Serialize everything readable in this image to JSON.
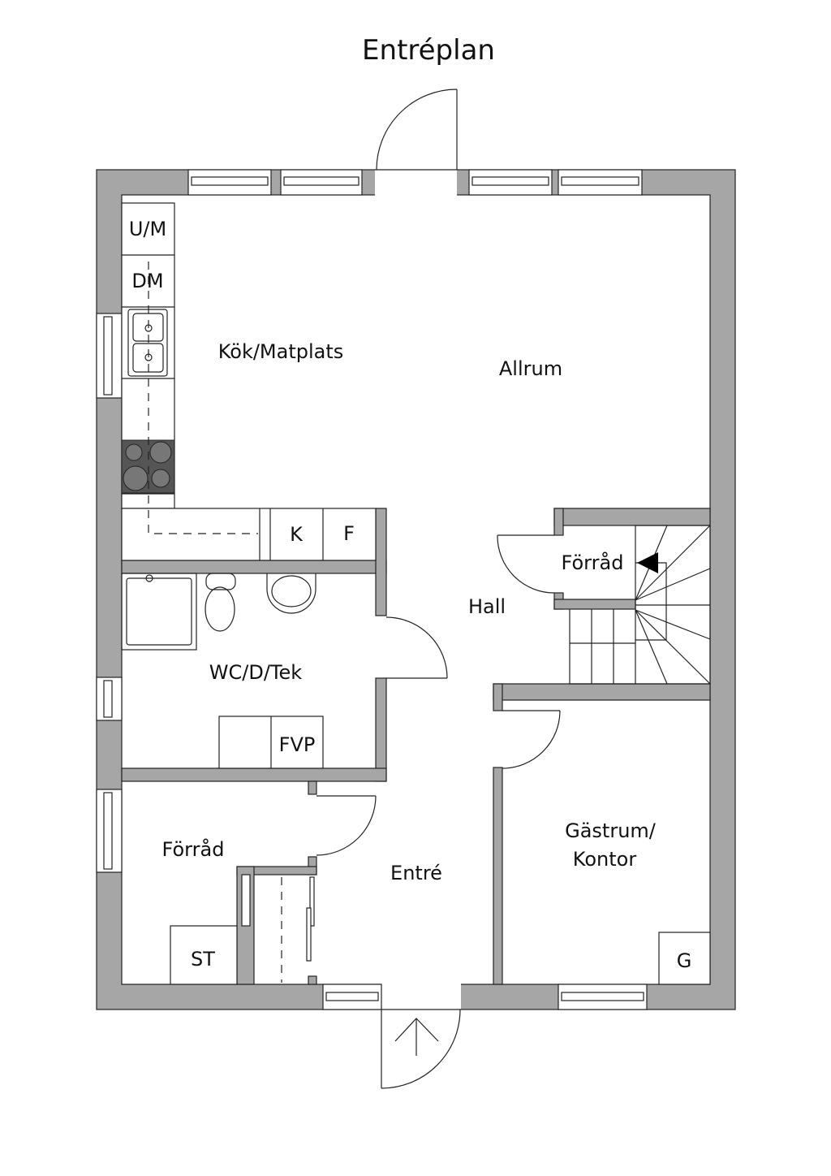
{
  "title": "Entréplan",
  "rooms": {
    "kitchen": "Kök/Matplats",
    "living": "Allrum",
    "storage_stairs": "Förråd",
    "hall": "Hall",
    "bathroom": "WC/D/Tek",
    "storage": "Förråd",
    "entry": "Entré",
    "guest_line1": "Gästrum/",
    "guest_line2": "Kontor"
  },
  "fixtures": {
    "fridge_freezer": "U/M",
    "dishwasher": "DM",
    "k": "K",
    "f": "F",
    "fvp": "FVP",
    "st": "ST",
    "g": "G"
  },
  "colors": {
    "wall": "#a6a6a6",
    "stove": "#555555"
  }
}
